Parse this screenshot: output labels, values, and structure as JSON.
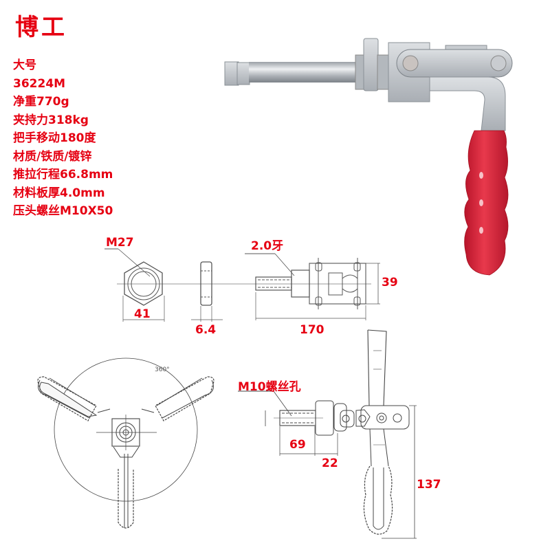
{
  "brand": {
    "name": "博工",
    "color": "#e60012"
  },
  "specs": [
    "大号",
    "36224M",
    "净重770g",
    "夹持力318kg",
    "把手移动180度",
    "材质/铁质/镀锌",
    "推拉行程66.8mm",
    "材料板厚4.0mm",
    "压头螺丝M10X50"
  ],
  "photo": {
    "subject": "push-pull toggle clamp",
    "handle_color": "#d8283a",
    "metal_color": "#c9ccd0"
  },
  "drawing_top": {
    "thread_label": "M27",
    "pitch_label": "2.0牙",
    "nut_width": "41",
    "nut_thickness": "6.4",
    "total_length": "170",
    "height": "39"
  },
  "drawing_rotation": {
    "angle_label": "360°"
  },
  "drawing_side": {
    "hole_label": "M10螺丝孔",
    "plunger_length": "69",
    "collar_length": "22",
    "handle_height": "137"
  }
}
